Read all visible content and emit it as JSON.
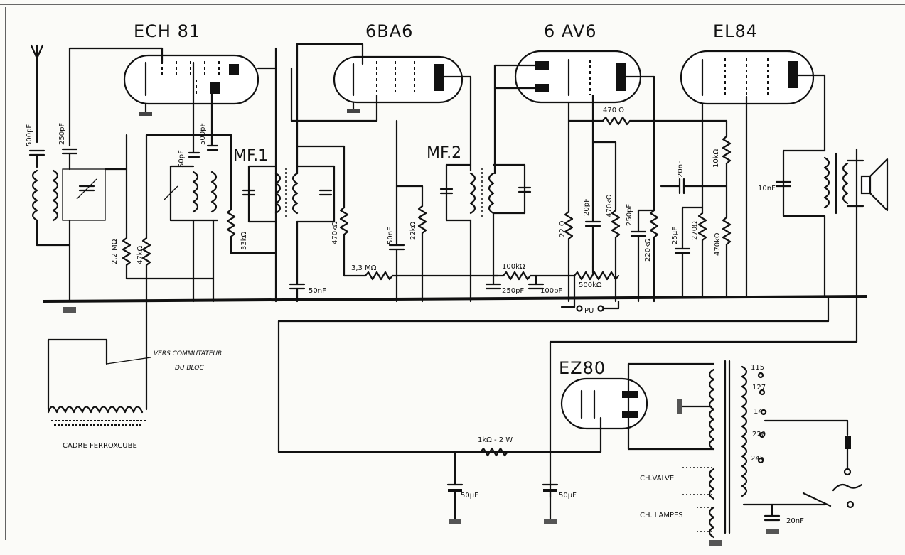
{
  "tubes": {
    "ech81": "ECH 81",
    "b6ba6": "6BA6",
    "av6": "6 AV6",
    "el84": "EL84",
    "ez80": "EZ80"
  },
  "transformers": {
    "mf1": "MF.1",
    "mf2": "MF.2"
  },
  "components": {
    "c500pf": "500pF",
    "c250pf": "250pF",
    "c50pf": "50pF",
    "c500pf_b": "500pF",
    "c50nf_a": "50nF",
    "c50nf_b": "50nF",
    "r33k": "33kΩ",
    "r2_2m": "2,2 MΩ",
    "r47k": "47kΩ",
    "r470k_a": "470kΩ",
    "r22k": "22kΩ",
    "r3_3m": "3,3 MΩ",
    "r100k": "100kΩ",
    "c250pf_b": "250pF",
    "c100pf": "100pF",
    "r22": "22 Ω",
    "c20pf": "20pF",
    "r470k_b": "470kΩ",
    "c250pf_c": "250pF",
    "pot500k": "500kΩ",
    "r470": "470 Ω",
    "c20nf_a": "20nF",
    "r10k": "10kΩ",
    "r220k": "220kΩ",
    "c25uf": "25µF",
    "r270": "270Ω",
    "r470k_c": "470kΩ",
    "c10nf": "10nF",
    "pu": "PU",
    "r1k": "1kΩ - 2 W",
    "c50uf_a": "50µF",
    "c50uf_b": "50µF",
    "c20nf_b": "20nF"
  },
  "labels": {
    "vers_1": "VERS COMMUTATEUR",
    "vers_2": "DU BLOC",
    "cadre": "CADRE FERROXCUBE",
    "ch_valve": "CH.VALVE",
    "ch_lampes": "CH. LAMPES"
  },
  "taps": [
    "115",
    "127",
    "145",
    "220",
    "245"
  ]
}
